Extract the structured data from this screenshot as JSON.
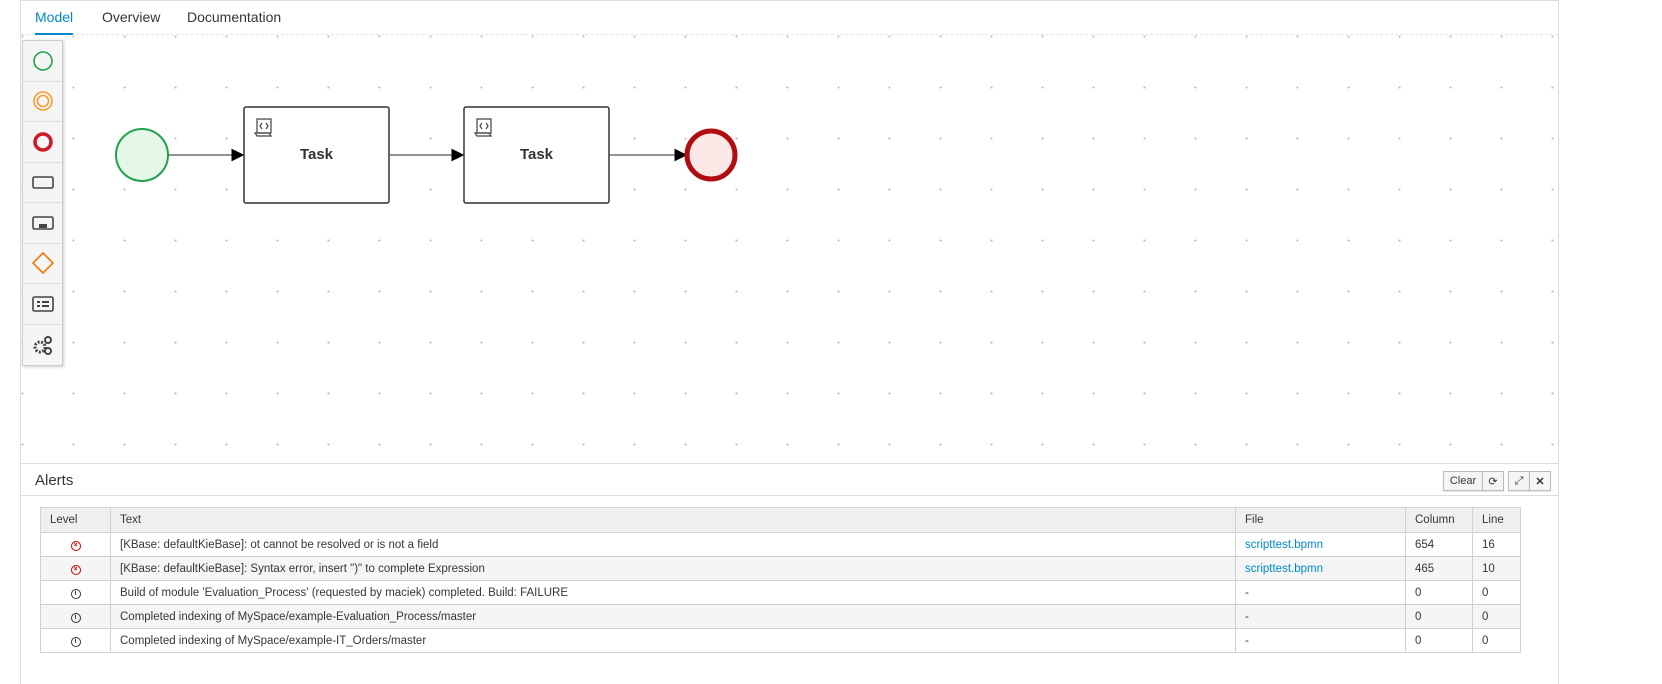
{
  "tabs": [
    {
      "label": "Model"
    },
    {
      "label": "Overview"
    },
    {
      "label": "Documentation"
    }
  ],
  "palette": [
    "start-event",
    "intermediate-event",
    "end-event",
    "task",
    "subprocess",
    "gateway",
    "data-object",
    "custom-tasks"
  ],
  "diagram": {
    "tasks": [
      {
        "label": "Task"
      },
      {
        "label": "Task"
      }
    ]
  },
  "alerts": {
    "title": "Alerts",
    "clear_label": "Clear",
    "columns": [
      "Level",
      "Text",
      "File",
      "Column",
      "Line"
    ],
    "rows": [
      {
        "level": "error",
        "text": "[KBase: defaultKieBase]: ot cannot be resolved or is not a field",
        "file": "scripttest.bpmn",
        "column": "654",
        "line": "16"
      },
      {
        "level": "error",
        "text": "[KBase: defaultKieBase]: Syntax error, insert \")\" to complete Expression",
        "file": "scripttest.bpmn",
        "column": "465",
        "line": "10"
      },
      {
        "level": "info",
        "text": "Build of module 'Evaluation_Process' (requested by maciek) completed. Build: FAILURE",
        "file": "-",
        "column": "0",
        "line": "0"
      },
      {
        "level": "info",
        "text": "Completed indexing of MySpace/example-Evaluation_Process/master",
        "file": "-",
        "column": "0",
        "line": "0"
      },
      {
        "level": "info",
        "text": "Completed indexing of MySpace/example-IT_Orders/master",
        "file": "-",
        "column": "0",
        "line": "0"
      }
    ]
  },
  "colors": {
    "accent": "#0088ce",
    "error": "#cc0000",
    "start": "#23a24d",
    "end": "#b10d10"
  }
}
